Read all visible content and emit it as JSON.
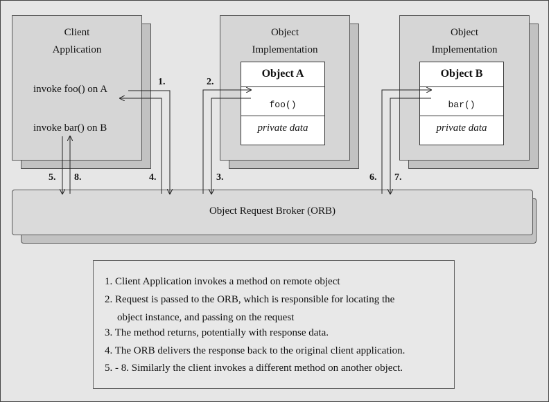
{
  "client": {
    "title_line1": "Client",
    "title_line2": "Application",
    "invoke_a": "invoke foo() on A",
    "invoke_b": "invoke bar() on B"
  },
  "impl_a": {
    "title_line1": "Object",
    "title_line2": "Implementation",
    "object_name": "Object A",
    "method": "foo()",
    "private": "private data"
  },
  "impl_b": {
    "title_line1": "Object",
    "title_line2": "Implementation",
    "object_name": "Object B",
    "method": "bar()",
    "private": "private data"
  },
  "orb": {
    "label": "Object Request Broker (ORB)"
  },
  "steps": {
    "s1": "1.",
    "s2": "2.",
    "s3": "3.",
    "s4": "4.",
    "s5": "5.",
    "s6": "6.",
    "s7": "7.",
    "s8": "8."
  },
  "legend": {
    "lines": [
      "1.  Client Application invokes a method on remote object",
      "2.  Request is passed to the ORB, which is responsible for locating the",
      "object instance, and passing on the request",
      "3.  The method returns, potentially with response data.",
      "4.  The ORB delivers the response back to the original client application.",
      "5. - 8.  Similarly the client invokes a different method on another object."
    ]
  }
}
